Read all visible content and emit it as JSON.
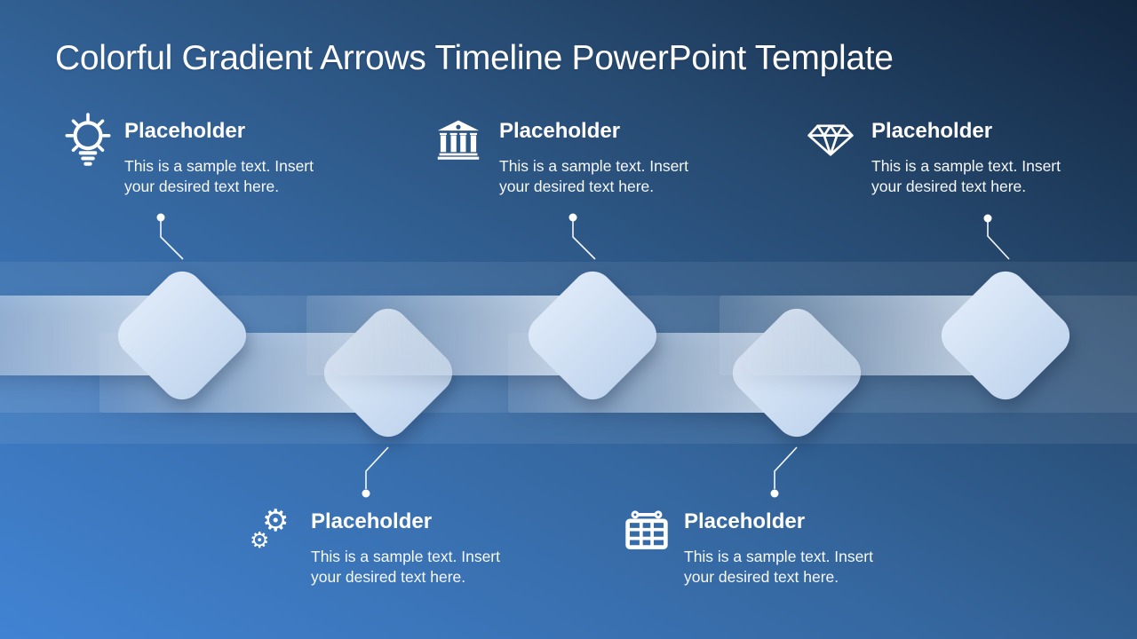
{
  "slide": {
    "title": "Colorful Gradient Arrows Timeline PowerPoint Template"
  },
  "placeholders": [
    {
      "icon": "lightbulb-icon",
      "row": "top",
      "title": "Placeholder",
      "desc_line1": "This is a sample text. Insert",
      "desc_line2": "your desired text here."
    },
    {
      "icon": "bank-icon",
      "row": "top",
      "title": "Placeholder",
      "desc_line1": "This is a sample text. Insert",
      "desc_line2": "your desired text here."
    },
    {
      "icon": "diamond-icon",
      "row": "top",
      "title": "Placeholder",
      "desc_line1": "This is a sample text. Insert",
      "desc_line2": "your desired text here."
    },
    {
      "icon": "gears-icon",
      "row": "bottom",
      "title": "Placeholder",
      "desc_line1": "This is a sample text. Insert",
      "desc_line2": "your desired text here."
    },
    {
      "icon": "calendar-icon",
      "row": "bottom",
      "title": "Placeholder",
      "desc_line1": "This is a sample text. Insert",
      "desc_line2": "your desired text here."
    }
  ],
  "timeline": {
    "arrow_count": 5,
    "direction": "right",
    "callout_pattern": [
      "top",
      "bottom",
      "top",
      "bottom",
      "top"
    ]
  },
  "glyphs": {
    "gear": "⚙"
  },
  "colors": {
    "background_bottom_left": "#4183d3",
    "background_top_right": "#12263f",
    "arrow_light": "#dde9f8",
    "arrow_deep": "#c2d6ee",
    "text": "#ffffff"
  }
}
